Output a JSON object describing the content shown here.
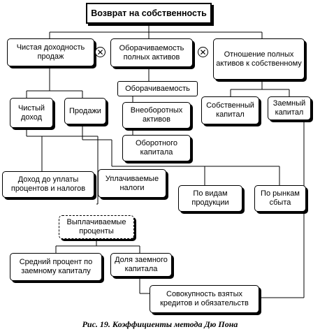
{
  "diagram": {
    "top": "Возврат на собственность",
    "net_margin": "Чистая доходность продаж",
    "turnover_total": "Оборачиваемость полных активов",
    "ratio_assets_equity": "Отношение полных активов к собственному",
    "turnover": "Оборачиваемость",
    "noncurrent": "Внеоборотных активов",
    "working_capital": "Оборотного капитала",
    "net_income": "Чистый доход",
    "sales": "Продажи",
    "own_capital": "Собственный капитал",
    "loan_capital": "Заемный капитал",
    "ebit": "Доход до уплаты процентов и налогов",
    "taxes_paid": "Уплачиваемые налоги",
    "by_product": "По видам продукции",
    "by_market": "По рынкам сбыта",
    "interest_paid": "Выплачиваемые проценты",
    "avg_interest": "Средний процент по заемному капиталу",
    "debt_share": "Доля заемного капитала",
    "total_debt": "Совокупность взятых кредитов и обязательств",
    "mult_symbol": "✕"
  },
  "caption": "Рис. 19. Коэффициенты метода Дю Пона"
}
